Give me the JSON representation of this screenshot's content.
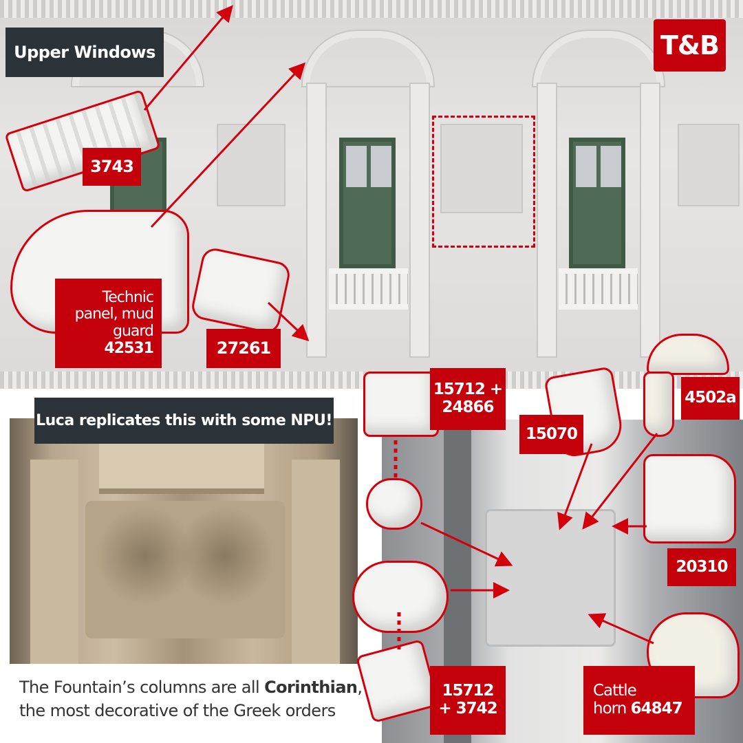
{
  "colors": {
    "accent_red": "#c4000b",
    "dark_box": "#2b3339"
  },
  "top": {
    "title": "Upper Windows",
    "logo": "T&B"
  },
  "labels": {
    "p3743": "3743",
    "technic_line1": "Technic",
    "technic_line2": "panel, mud",
    "technic_line3": "guard ",
    "technic_num": "42531",
    "p27261": "27261",
    "p15712_24866_a": "15712 +",
    "p15712_24866_b": "24866",
    "p15070": "15070",
    "p4502a": "4502a",
    "p20310": "20310",
    "p15712_3742_a": "15712",
    "p15712_3742_b": "+ 3742",
    "cattle_a": "Cattle",
    "cattle_b": "horn ",
    "cattle_num": "64847"
  },
  "bottom": {
    "header": "Luca replicates this with some NPU!",
    "caption_pre": "The Fountain’s columns are all ",
    "caption_bold": "Corinthian",
    "caption_post": ", the most decorative of the Greek orders"
  }
}
